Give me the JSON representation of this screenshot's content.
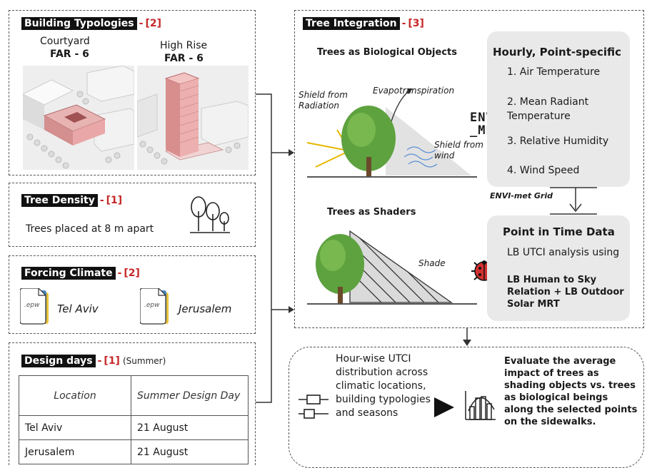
{
  "building": {
    "tag": "Building Typologies",
    "sep": "-",
    "ref": "[2]",
    "courtyard_label": "Courtyard",
    "courtyard_far": "FAR - 6",
    "highrise_label": "High Rise",
    "highrise_far": "FAR - 6"
  },
  "density": {
    "tag": "Tree Density",
    "sep": "-",
    "ref": "[1]",
    "text": "Trees placed at 8 m apart"
  },
  "forcing": {
    "tag": "Forcing Climate",
    "sep": "-",
    "ref": "[2]",
    "file_ext": ".epw",
    "city1": "Tel Aviv",
    "city2": "Jerusalem"
  },
  "design": {
    "tag": "Design days",
    "sep": "-",
    "ref": "[1]",
    "note": "(Summer)",
    "headers": [
      "Location",
      "Summer Design Day"
    ],
    "rows": [
      [
        "Tel Aviv",
        "21 August"
      ],
      [
        "Jerusalem",
        "21 August"
      ]
    ]
  },
  "integration": {
    "tag": "Tree Integration",
    "sep": "-",
    "ref": "[3]",
    "bio_title": "Trees as Biological Objects",
    "shield_radiation": "Shield from Radiation",
    "evapo": "Evapotranspiration",
    "shield_wind": "Shield from wind",
    "shaders_title": "Trees as Shaders",
    "shade": "Shade",
    "envimet_logo": "ENVI _MET",
    "envimet_grid": "ENVI-met Grid",
    "hourly_title": "Hourly, Point-specific",
    "hourly_items": [
      "1. Air Temperature",
      "2. Mean Radiant Temperature",
      "3. Relative Humidity",
      "4. Wind Speed"
    ],
    "pit_title": "Point in Time Data",
    "pit_sub": "LB UTCI analysis using",
    "pit_bold": "LB Human to Sky Relation + LB Outdoor Solar MRT"
  },
  "output": {
    "left_text": "Hour-wise UTCI distribution across climatic locations, building typologies and seasons",
    "right_text": "Evaluate the average impact of trees as shading objects vs. trees as biological beings along the selected points on the sidewalks."
  }
}
